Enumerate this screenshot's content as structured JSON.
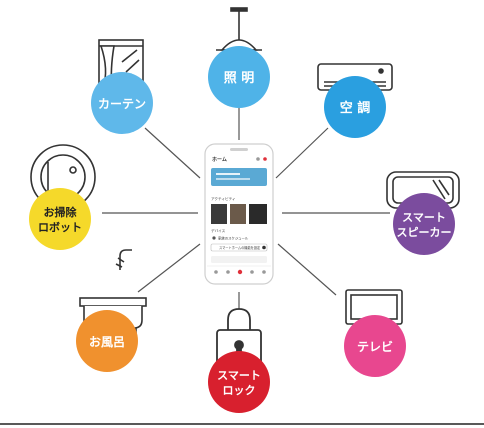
{
  "hub": {
    "title": "ホーム",
    "section_recent": "アクティビティ",
    "section_devices": "デバイス",
    "row1": "家族のスケジュール",
    "row2": "スマートホームの機能を設定"
  },
  "devices": [
    {
      "id": "light",
      "lines": [
        "照 明"
      ],
      "color": "#4fb3e8",
      "icon": "ceiling-lamp-icon"
    },
    {
      "id": "curtain",
      "lines": [
        "カーテン"
      ],
      "color": "#5fb8ea",
      "icon": "window-curtain-icon"
    },
    {
      "id": "aircon",
      "lines": [
        "空 調"
      ],
      "color": "#2a9fe0",
      "icon": "air-conditioner-icon"
    },
    {
      "id": "robot",
      "lines": [
        "お掃除",
        "ロボット"
      ],
      "color": "#f5d92a",
      "icon": "robot-vacuum-icon",
      "dark": true
    },
    {
      "id": "speaker",
      "lines": [
        "スマート",
        "スピーカー"
      ],
      "color": "#7b4c9e",
      "icon": "smart-display-icon"
    },
    {
      "id": "bath",
      "lines": [
        "お風呂"
      ],
      "color": "#f0912e",
      "icon": "bathtub-icon"
    },
    {
      "id": "tv",
      "lines": [
        "テレビ"
      ],
      "color": "#e8478f",
      "icon": "television-icon"
    },
    {
      "id": "lock",
      "lines": [
        "スマート",
        "ロック"
      ],
      "color": "#d8202e",
      "icon": "padlock-icon"
    }
  ]
}
